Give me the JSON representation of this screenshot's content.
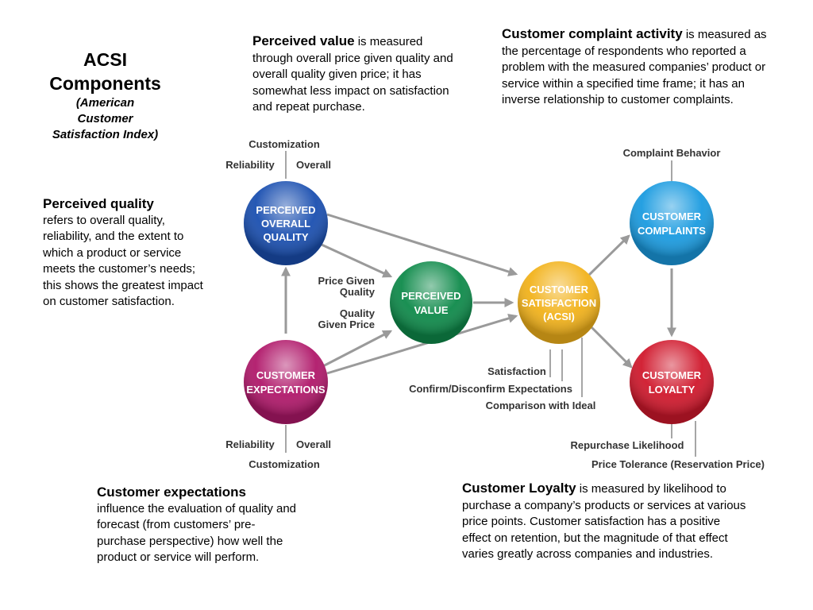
{
  "title": {
    "line1": "ACSI",
    "line2": "Components",
    "sub1": "(American",
    "sub2": "Customer",
    "sub3": "Satisfaction Index)"
  },
  "paragraphs": {
    "perceived_value": {
      "lead": "Perceived value",
      "body": " is measured through overall price given quality and overall quality given price; it has somewhat less impact on satisfaction and repeat purchase."
    },
    "complaint_activity": {
      "lead": "Customer complaint activity",
      "body": " is measured as the percentage of respondents who reported a problem with the measured companies’ product or service within a specified time frame; it has an inverse relationship to customer complaints."
    },
    "perceived_quality": {
      "lead": "Perceived quality",
      "body": "refers to overall quality, reliability, and the extent to which a product or service meets the customer’s needs; this shows the greatest impact on customer satisfaction."
    },
    "customer_expectations": {
      "lead": "Customer expectations",
      "body": "influence the evaluation of quality and forecast (from customers’ pre-purchase perspective) how well the product or service will perform."
    },
    "customer_loyalty": {
      "lead": "Customer Loyalty",
      "body": " is measured by likelihood to purchase a company’s products or services at various price points. Customer satisfaction has a positive effect on retention, but the magnitude of that effect varies greatly across companies and industries."
    }
  },
  "nodes": {
    "quality": {
      "lines": [
        "PERCEIVED",
        "OVERALL",
        "QUALITY"
      ],
      "color": "#1a4fb0"
    },
    "value": {
      "lines": [
        "PERCEIVED",
        "VALUE"
      ],
      "color": "#0e8a4a"
    },
    "satisfaction": {
      "lines": [
        "CUSTOMER",
        "SATISFACTION",
        "(ACSI)"
      ],
      "color": "#f2b21a"
    },
    "complaints": {
      "lines": [
        "CUSTOMER",
        "COMPLAINTS"
      ],
      "color": "#1a9be0"
    },
    "loyalty": {
      "lines": [
        "CUSTOMER",
        "LOYALTY"
      ],
      "color": "#d0182c"
    },
    "expectations": {
      "lines": [
        "CUSTOMER",
        "EXPECTATIONS"
      ],
      "color": "#b0186a"
    }
  },
  "labels": {
    "customization_top": "Customization",
    "reliability_top": "Reliability",
    "overall_top": "Overall",
    "complaint_behavior": "Complaint Behavior",
    "price_given_quality_1": "Price Given",
    "price_given_quality_2": "Quality",
    "quality_given_price_1": "Quality",
    "quality_given_price_2": "Given Price",
    "satisfaction": "Satisfaction",
    "confirm": "Confirm/Disconfirm Expectations",
    "comparison": "Comparison with Ideal",
    "reliability_bottom": "Reliability",
    "overall_bottom": "Overall",
    "customization_bottom": "Customization",
    "repurchase": "Repurchase Likelihood",
    "price_tolerance": "Price Tolerance (Reservation Price)"
  }
}
